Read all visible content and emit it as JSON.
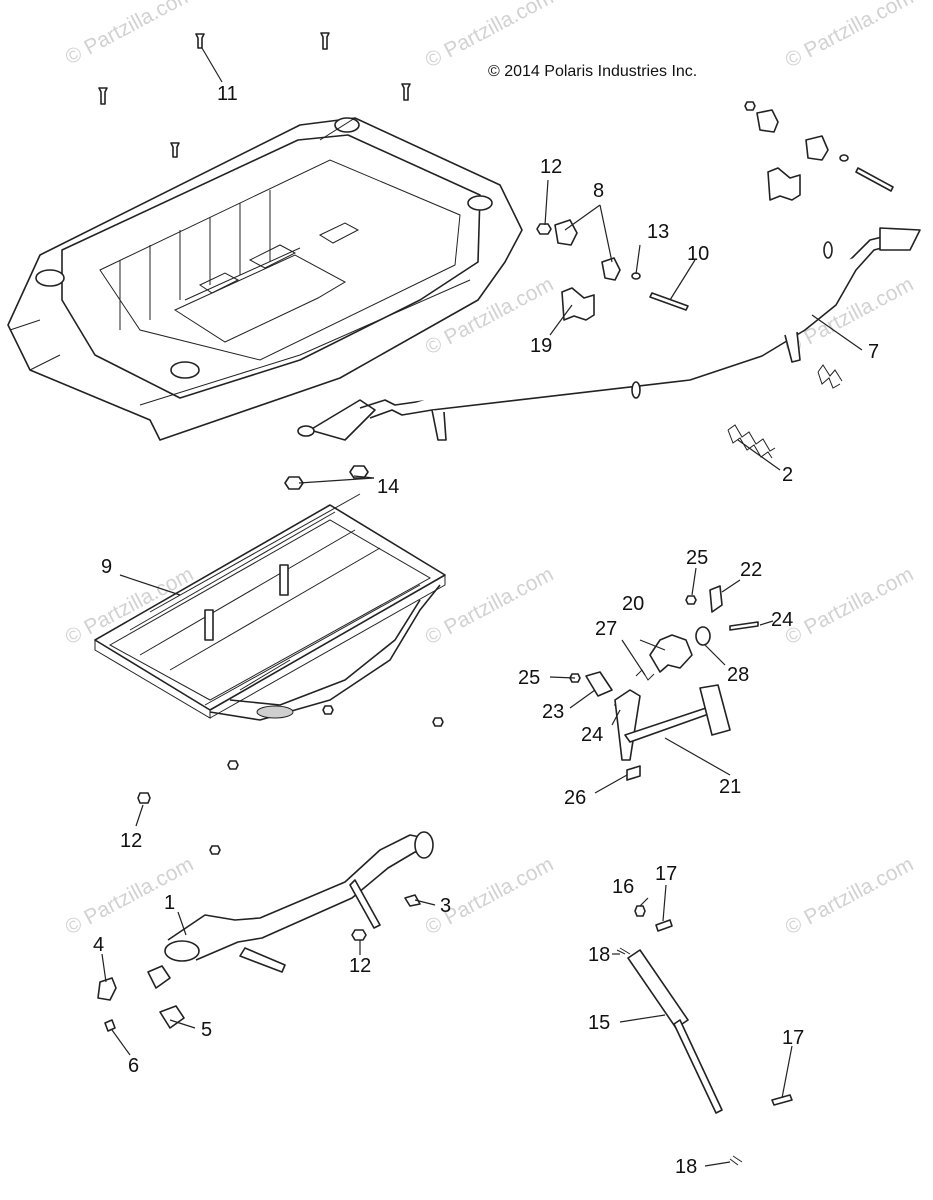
{
  "copyright": "© 2014 Polaris Industries Inc.",
  "watermark": "© Partzilla.com",
  "callouts": {
    "c1": "1",
    "c2": "2",
    "c3": "3",
    "c4": "4",
    "c5": "5",
    "c6": "6",
    "c7": "7",
    "c8": "8",
    "c9": "9",
    "c10": "10",
    "c11": "11",
    "c12a": "12",
    "c12b": "12",
    "c12c": "12",
    "c13": "13",
    "c14": "14",
    "c15": "15",
    "c16": "16",
    "c17a": "17",
    "c17b": "17",
    "c18a": "18",
    "c18b": "18",
    "c19": "19",
    "c20": "20",
    "c21": "21",
    "c22": "22",
    "c23": "23",
    "c24a": "24",
    "c24b": "24",
    "c25a": "25",
    "c25b": "25",
    "c26": "26",
    "c27": "27",
    "c28": "28"
  }
}
